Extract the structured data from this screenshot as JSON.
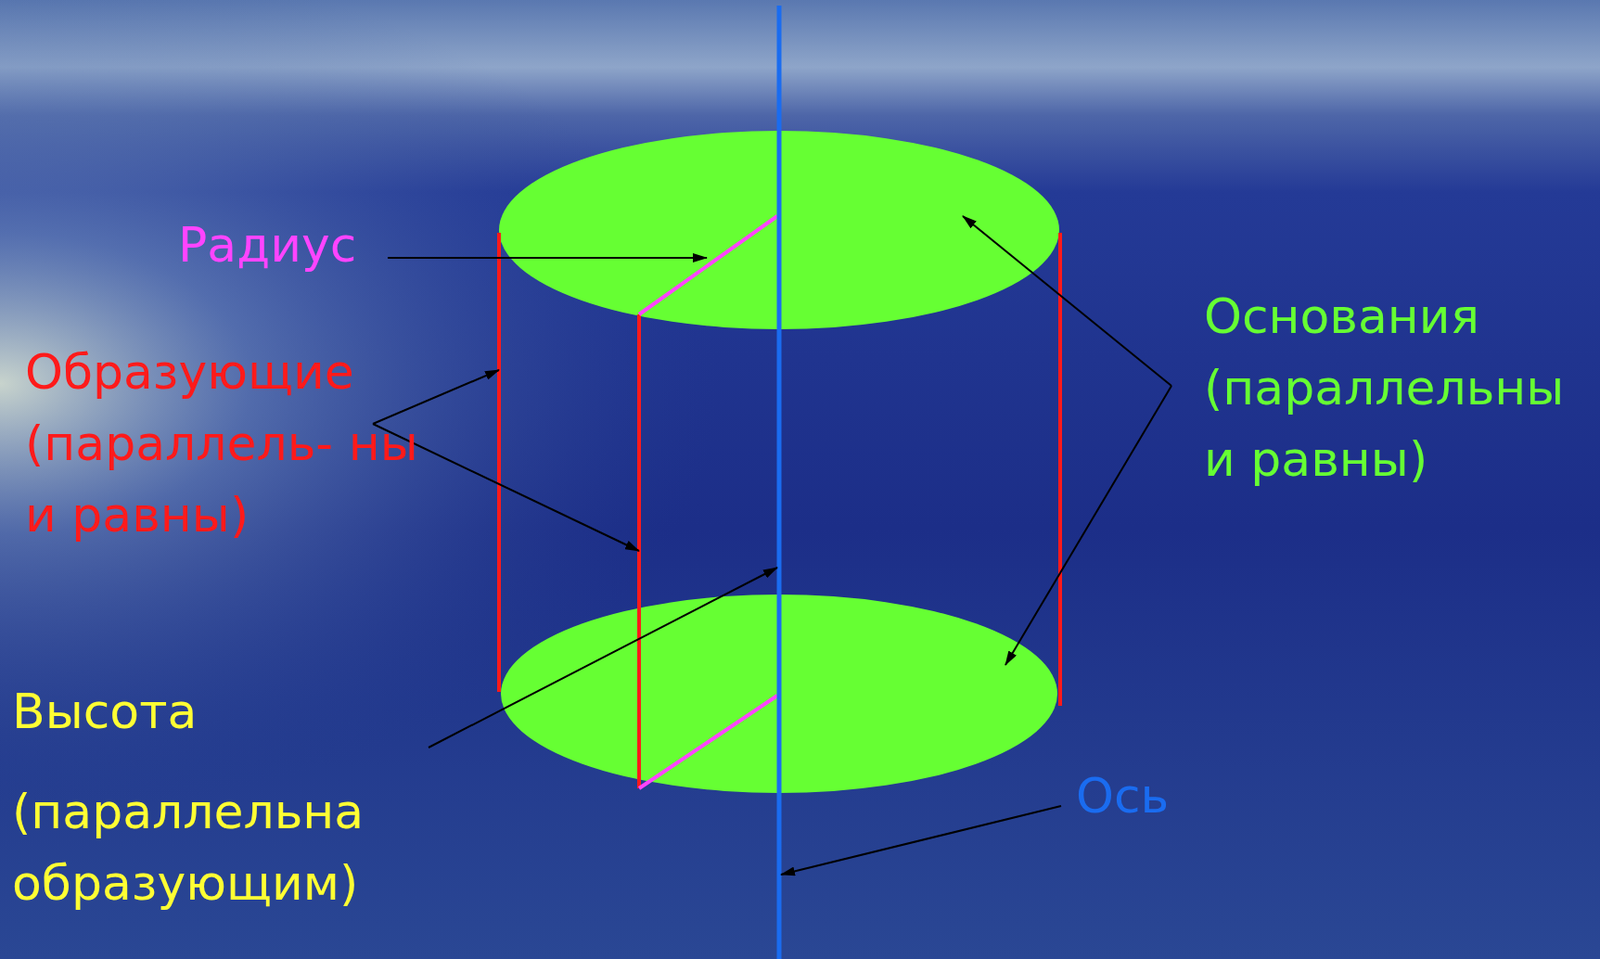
{
  "diagram": {
    "labels": [
      "Радиус",
      "Образующие (параллель- ны и равны)",
      "Основания (параллельны и равны)",
      "Высота",
      "(параллельна образующим)",
      "Ось"
    ]
  }
}
